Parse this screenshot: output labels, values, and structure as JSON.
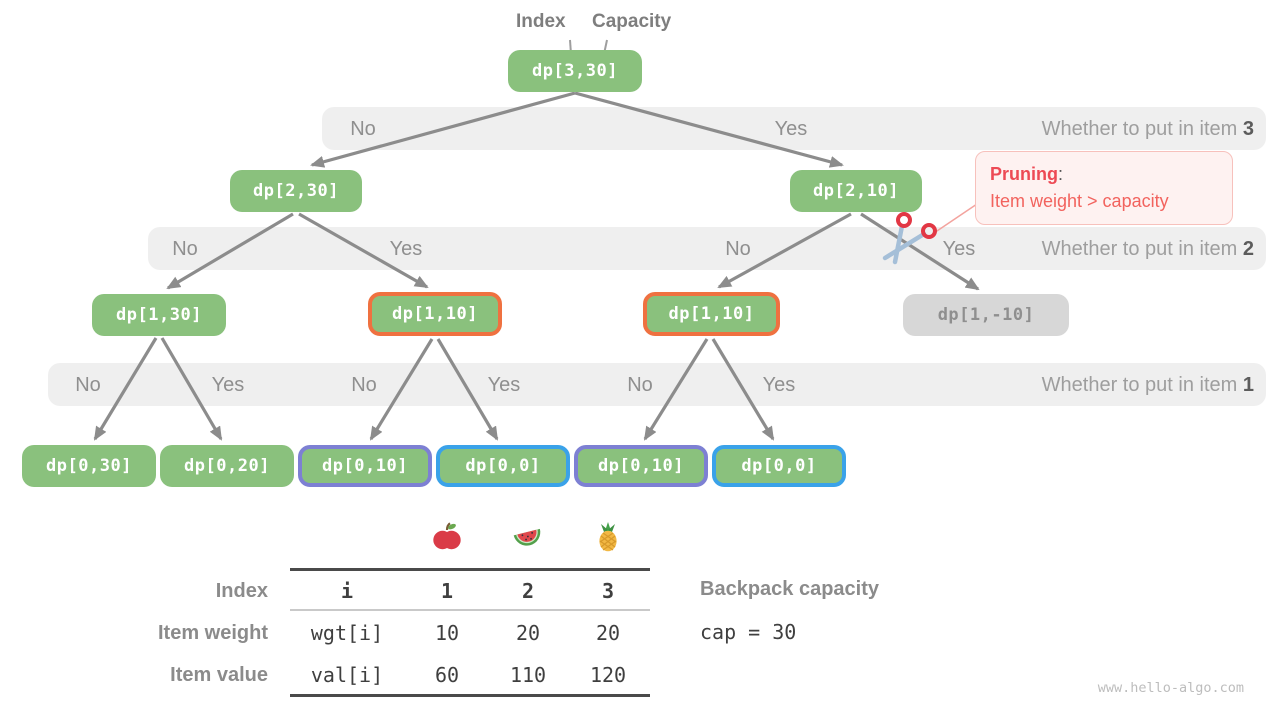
{
  "header": {
    "index_label": "Index",
    "capacity_label": "Capacity"
  },
  "nodes": [
    {
      "id": "dp-3-30",
      "label": "dp[3,30]",
      "variant": "green"
    },
    {
      "id": "dp-2-30",
      "label": "dp[2,30]",
      "variant": "green"
    },
    {
      "id": "dp-2-10",
      "label": "dp[2,10]",
      "variant": "green"
    },
    {
      "id": "dp-1-30",
      "label": "dp[1,30]",
      "variant": "green"
    },
    {
      "id": "dp-1-10-a",
      "label": "dp[1,10]",
      "variant": "orange-outline"
    },
    {
      "id": "dp-1-10-b",
      "label": "dp[1,10]",
      "variant": "orange-outline"
    },
    {
      "id": "dp-1-neg10",
      "label": "dp[1,-10]",
      "variant": "pruned"
    },
    {
      "id": "dp-0-30",
      "label": "dp[0,30]",
      "variant": "green"
    },
    {
      "id": "dp-0-20",
      "label": "dp[0,20]",
      "variant": "green"
    },
    {
      "id": "dp-0-10-a",
      "label": "dp[0,10]",
      "variant": "purple-outline"
    },
    {
      "id": "dp-0-0-a",
      "label": "dp[0,0]",
      "variant": "blue-outline"
    },
    {
      "id": "dp-0-10-b",
      "label": "dp[0,10]",
      "variant": "purple-outline"
    },
    {
      "id": "dp-0-0-b",
      "label": "dp[0,0]",
      "variant": "blue-outline"
    }
  ],
  "bands": [
    {
      "question": "Whether to put in item",
      "item": "3",
      "labels": [
        "No",
        "Yes"
      ]
    },
    {
      "question": "Whether to put in item",
      "item": "2",
      "labels": [
        "No",
        "Yes",
        "No",
        "Yes"
      ]
    },
    {
      "question": "Whether to put in item",
      "item": "1",
      "labels": [
        "No",
        "Yes",
        "No",
        "Yes",
        "No",
        "Yes"
      ]
    }
  ],
  "pruning": {
    "title": "Pruning",
    "colon": ":",
    "body": "Item weight > capacity"
  },
  "table": {
    "fruit_icons": [
      "apple-icon",
      "watermelon-icon",
      "pineapple-icon"
    ],
    "row_labels": [
      "Index",
      "Item weight",
      "Item value"
    ],
    "header_row": [
      "i",
      "1",
      "2",
      "3"
    ],
    "weight_row": [
      "wgt[i]",
      "10",
      "20",
      "20"
    ],
    "value_row": [
      "val[i]",
      "60",
      "110",
      "120"
    ]
  },
  "backpack": {
    "label": "Backpack capacity",
    "value": "cap = 30"
  },
  "watermark": "www.hello-algo.com",
  "colors": {
    "node_green": "#8ac17d",
    "node_pruned_bg": "#d7d7d7",
    "outline_orange": "#ef7140",
    "outline_purple": "#7d80d3",
    "outline_blue": "#3aa2e9",
    "band_bg": "#efefef",
    "arrow_gray": "#8c8c8c",
    "pruning_red": "#ed4a55"
  }
}
